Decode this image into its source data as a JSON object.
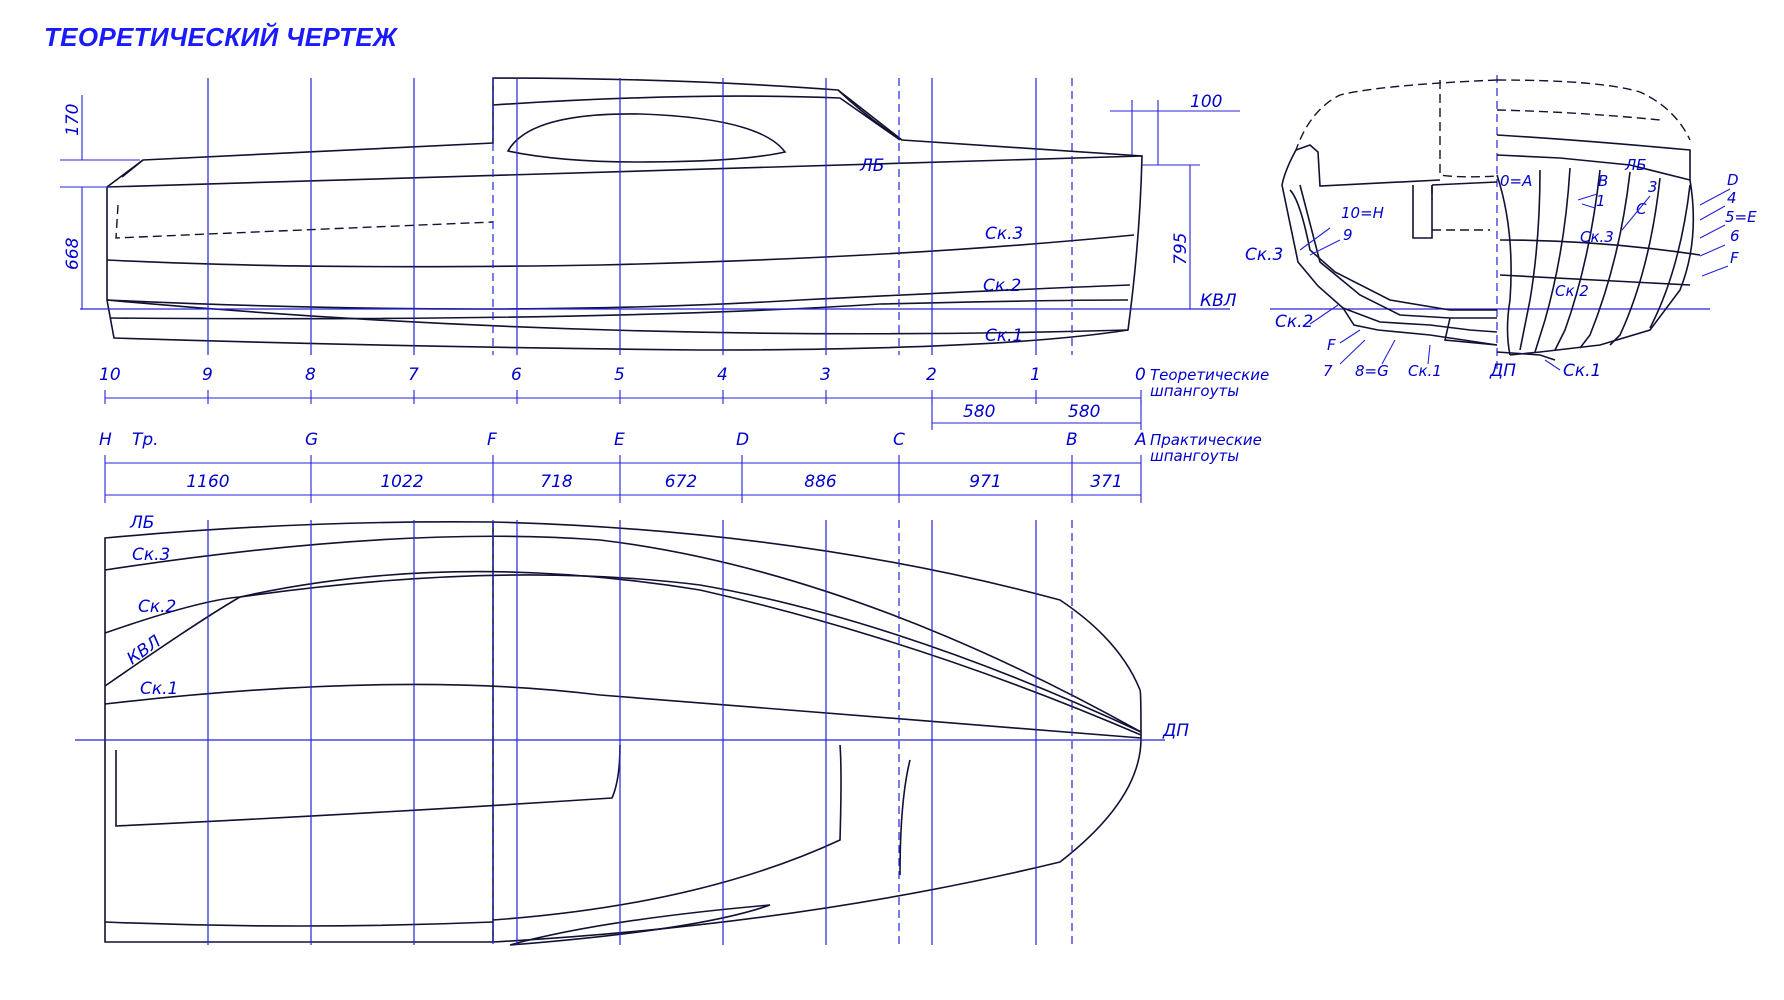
{
  "title": "ТЕОРЕТИЧЕСКИЙ ЧЕРТЕЖ",
  "profile": {
    "lines": {
      "lb": "ЛБ",
      "sk3": "Ск.3",
      "sk2": "Ск.2",
      "sk1": "Ск.1",
      "kvl": "КВЛ"
    },
    "dims": {
      "d170": "170",
      "d668": "668",
      "d795": "795",
      "d100": "100"
    }
  },
  "theoretical_stations": {
    "labels": [
      "10",
      "9",
      "8",
      "7",
      "6",
      "5",
      "4",
      "3",
      "2",
      "1",
      "0"
    ],
    "caption_line1": "Теоретические",
    "caption_line2": "шпангоуты",
    "spacing": [
      "580",
      "580"
    ]
  },
  "practical_stations": {
    "labels": [
      "H",
      "Tp.",
      "G",
      "F",
      "E",
      "D",
      "C",
      "B",
      "A"
    ],
    "caption_line1": "Практические",
    "caption_line2": "шпангоуты",
    "spacing": [
      "1160",
      "1022",
      "718",
      "672",
      "886",
      "971",
      "371"
    ]
  },
  "plan": {
    "lines": {
      "lb": "ЛБ",
      "sk3": "Ск.3",
      "sk2": "Ск.2",
      "kvl": "КВЛ",
      "sk1": "Ск.1",
      "dp": "ДП"
    }
  },
  "body_plan": {
    "left_labels": {
      "st10h": "10=H",
      "st9": "9",
      "sk3": "Ск.3",
      "sk2": "Ск.2",
      "f": "F",
      "st7": "7",
      "st8g": "8=G",
      "sk1": "Ск.1"
    },
    "right_labels": {
      "st0a": "0=A",
      "b": "B",
      "st1": "1",
      "lb": "ЛБ",
      "st3": "3",
      "c": "C",
      "sk3": "Ск.3",
      "d": "D",
      "st4": "4",
      "st5e": "5=E",
      "st6": "6",
      "f": "F",
      "sk2": "Ск.2",
      "sk1": "Ск.1"
    },
    "dp": "ДП"
  }
}
